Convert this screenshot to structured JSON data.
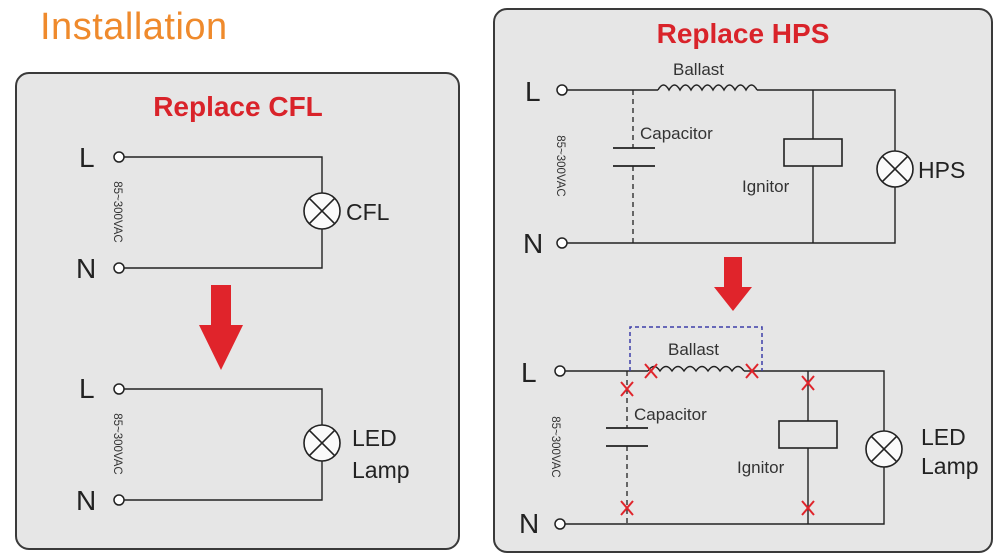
{
  "page": {
    "title": "Installation"
  },
  "cfl_panel": {
    "heading": "Replace CFL",
    "before": {
      "line": "L",
      "neutral": "N",
      "voltage": "85~300VAC",
      "lamp": "CFL"
    },
    "after": {
      "line": "L",
      "neutral": "N",
      "voltage": "85~300VAC",
      "lamp_line1": "LED",
      "lamp_line2": "Lamp"
    }
  },
  "hps_panel": {
    "heading": "Replace HPS",
    "before": {
      "line": "L",
      "neutral": "N",
      "voltage": "85~300VAC",
      "ballast": "Ballast",
      "capacitor": "Capacitor",
      "ignitor": "Ignitor",
      "lamp": "HPS"
    },
    "after": {
      "line": "L",
      "neutral": "N",
      "voltage": "85~300VAC",
      "ballast": "Ballast",
      "capacitor": "Capacitor",
      "ignitor": "Ignitor",
      "lamp_line1": "LED",
      "lamp_line2": "Lamp",
      "removed_mark": "X"
    }
  },
  "colors": {
    "title": "#ef8a2c",
    "heading": "#d9232a",
    "arrow": "#e0242b",
    "remove_mark": "#e0242b",
    "panel_bg": "#e6e6e6"
  }
}
